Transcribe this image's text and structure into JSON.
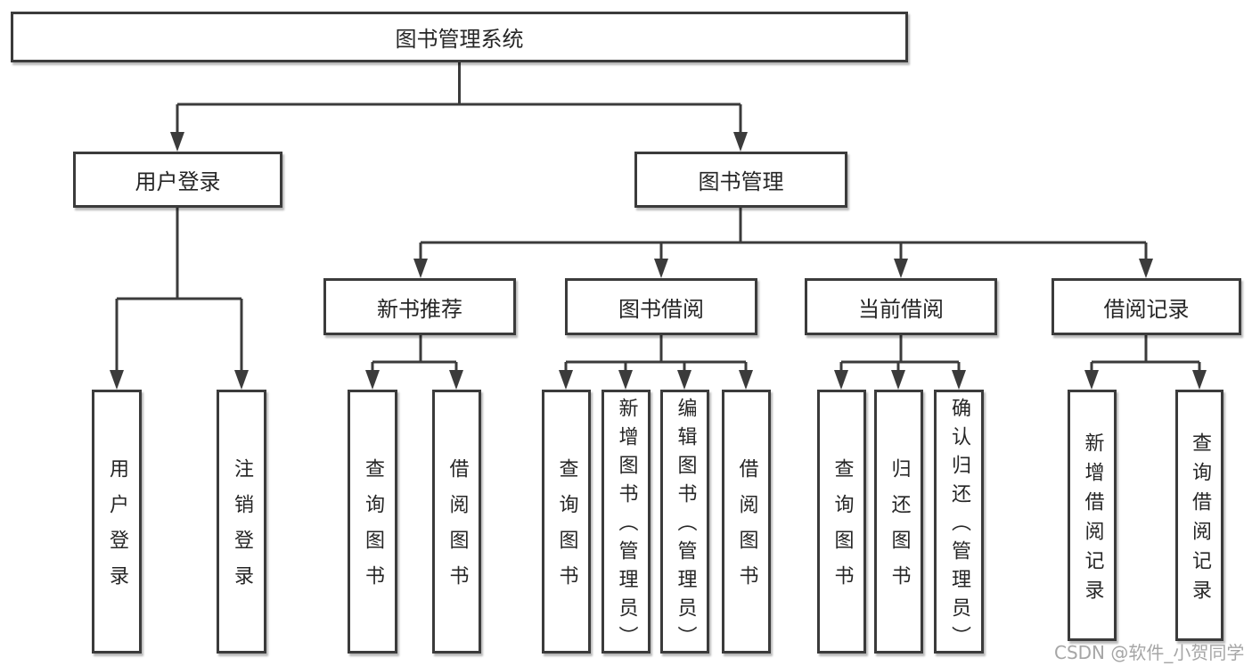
{
  "title": "图书管理系统",
  "tree": {
    "root": "图书管理系统",
    "branches": [
      {
        "label": "用户登录",
        "children": [
          "用户登录",
          "注销登录"
        ]
      },
      {
        "label": "图书管理",
        "sections": [
          {
            "label": "新书推荐",
            "children": [
              "查询图书",
              "借阅图书"
            ]
          },
          {
            "label": "图书借阅",
            "children": [
              "查询图书",
              "新增图书（管理员）",
              "编辑图书（管理员）",
              "借阅图书"
            ]
          },
          {
            "label": "当前借阅",
            "children": [
              "查询图书",
              "归还图书",
              "确认归还（管理员）"
            ]
          },
          {
            "label": "借阅记录",
            "children": [
              "新增借阅记录",
              "查询借阅记录"
            ]
          }
        ]
      }
    ]
  },
  "watermark": {
    "text": "CSDN @软件_小贺同学"
  },
  "colors": {
    "line": "#3b3b3b",
    "box_border": "#3b3b3b",
    "text": "#262626",
    "background": "#ffffff",
    "watermark": "#a6a6a6"
  }
}
